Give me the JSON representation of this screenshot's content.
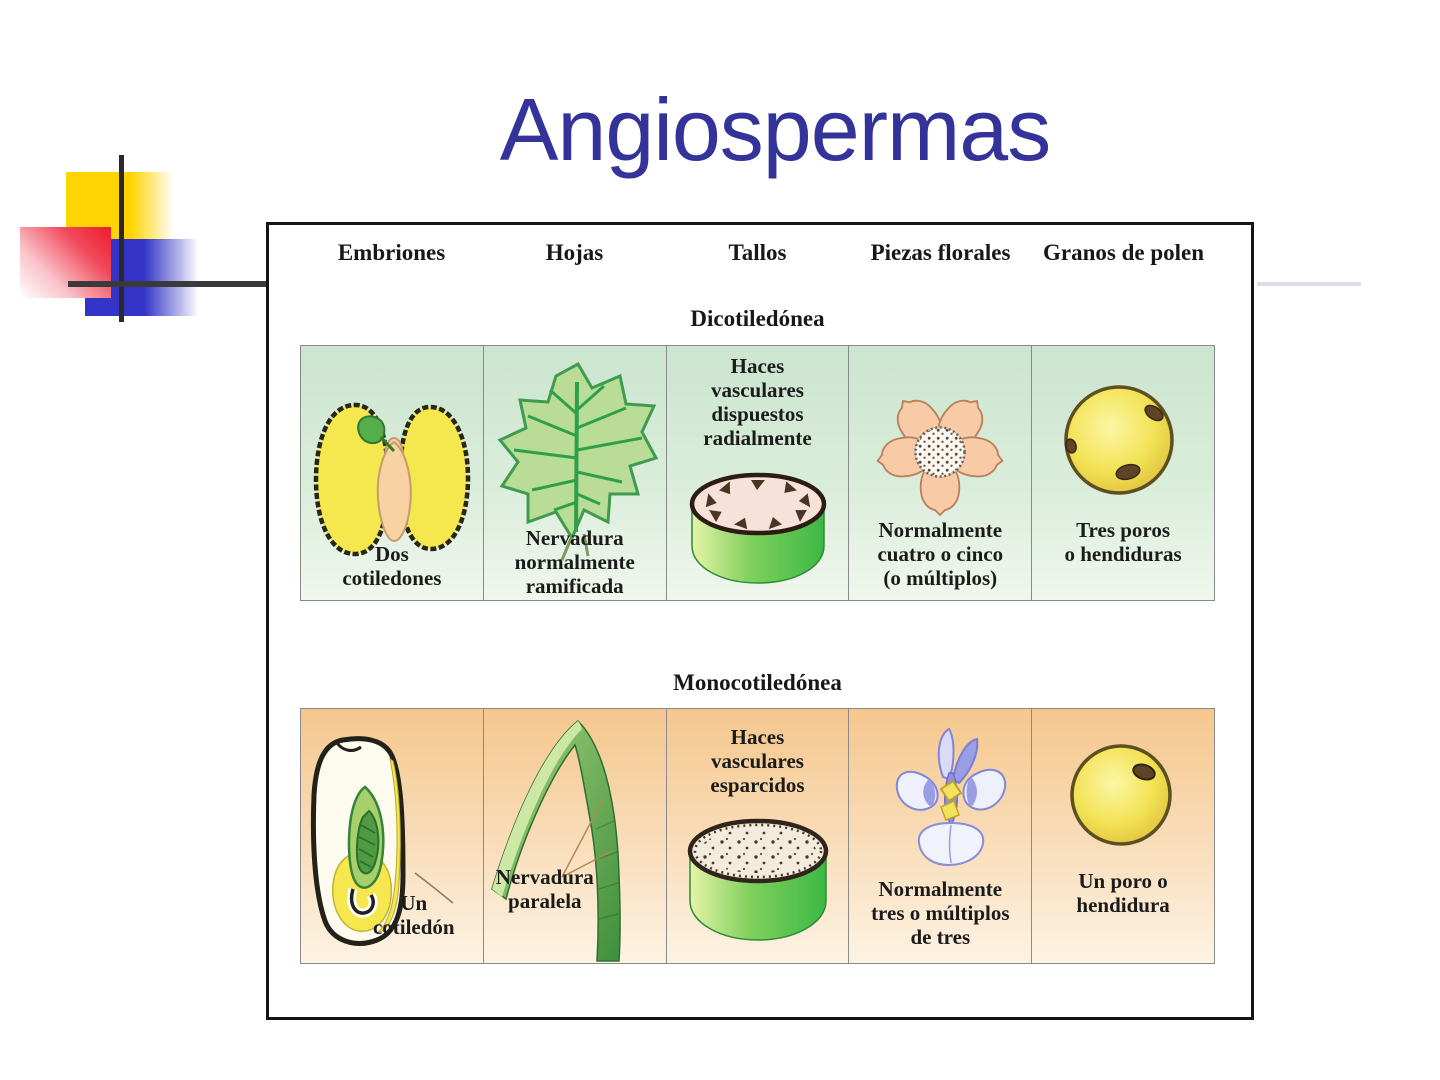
{
  "slide": {
    "title": "Angiospermas"
  },
  "table": {
    "headers": [
      "Embriones",
      "Hojas",
      "Tallos",
      "Piezas florales",
      "Granos de polen"
    ],
    "sections": [
      {
        "name": "Dicotiledónea",
        "cells": [
          {
            "icon": "dicot-seed",
            "label": "Dos\ncotiledones"
          },
          {
            "icon": "branched-vein-leaf",
            "label": "Nervadura\nnormalmente\nramificada"
          },
          {
            "icon": "stem-radial-bundles",
            "label": "Haces\nvasculares\ndispuestos\nradialmente"
          },
          {
            "icon": "five-petal-flower",
            "label": "Normalmente\ncuatro o cinco\n(o múltiplos)"
          },
          {
            "icon": "pollen-three-pores",
            "label": "Tres poros\no hendiduras"
          }
        ]
      },
      {
        "name": "Monocotiledónea",
        "cells": [
          {
            "icon": "monocot-seed",
            "label": "Un\ncotiledón"
          },
          {
            "icon": "parallel-vein-leaf",
            "label": "Nervadura\nparalela"
          },
          {
            "icon": "stem-scattered-bundles",
            "label": "Haces\nvasculares\nesparcidos"
          },
          {
            "icon": "iris-flower",
            "label": "Normalmente\ntres o múltiplos\nde tres"
          },
          {
            "icon": "pollen-one-pore",
            "label": "Un poro o\nhendidura"
          }
        ]
      }
    ]
  },
  "colors": {
    "title": "#333399",
    "accent_yellow": "#ffd400",
    "accent_blue": "#3434c8",
    "accent_red": "#ee1b2e",
    "dicot_row_bg": "#cbe5cf",
    "monocot_row_bg": "#f5c78e"
  }
}
